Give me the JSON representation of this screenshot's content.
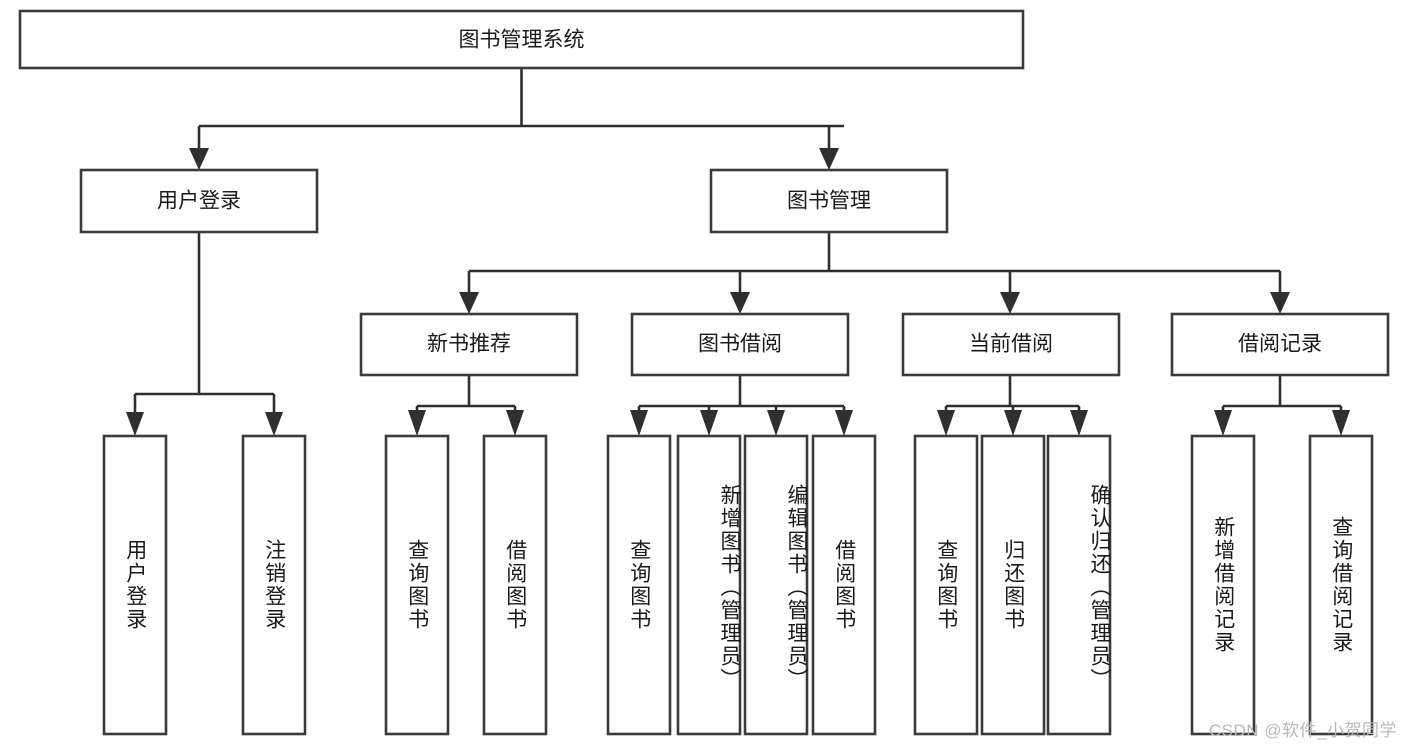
{
  "diagram": {
    "title": "图书管理系统",
    "type": "tree-hierarchy",
    "root": {
      "label": "图书管理系统"
    },
    "level2": [
      {
        "label": "用户登录"
      },
      {
        "label": "图书管理"
      }
    ],
    "level3": [
      {
        "label": "新书推荐"
      },
      {
        "label": "图书借阅"
      },
      {
        "label": "当前借阅"
      },
      {
        "label": "借阅记录"
      }
    ],
    "leaves": {
      "user_login": [
        {
          "label": "用户登录"
        },
        {
          "label": "注销登录"
        }
      ],
      "new_book_recommend": [
        {
          "label": "查询图书"
        },
        {
          "label": "借阅图书"
        }
      ],
      "book_borrow": [
        {
          "label": "查询图书"
        },
        {
          "label": "新增图书（管理员）"
        },
        {
          "label": "编辑图书（管理员）"
        },
        {
          "label": "借阅图书"
        }
      ],
      "current_borrow": [
        {
          "label": "查询图书"
        },
        {
          "label": "归还图书"
        },
        {
          "label": "确认归还（管理员）"
        }
      ],
      "borrow_record": [
        {
          "label": "新增借阅记录"
        },
        {
          "label": "查询借阅记录"
        }
      ]
    }
  },
  "watermark": {
    "text": "CSDN @软件_小贺同学"
  },
  "colors": {
    "box_stroke": "#3b3b3b",
    "edge": "#2f2f2f",
    "text": "#1a1a1a",
    "background": "#ffffff",
    "watermark": "#b9b9b9"
  }
}
